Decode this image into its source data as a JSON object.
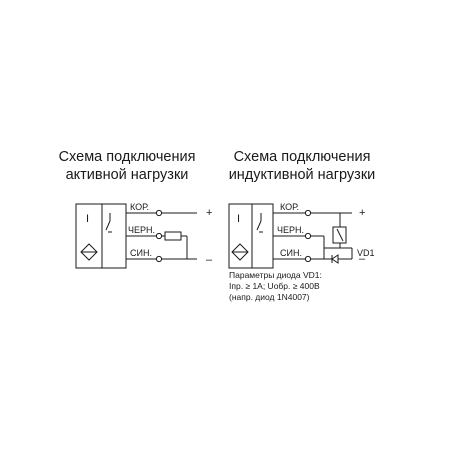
{
  "left_diagram": {
    "title_line1": "Схема подключения",
    "title_line2": "активной нагрузки",
    "sensor_symbol": "I",
    "wires": {
      "brown": "КОР.",
      "black": "ЧЕРН.",
      "blue": "СИН."
    },
    "terminals": {
      "plus": "+",
      "minus": "–"
    }
  },
  "right_diagram": {
    "title_line1": "Схема подключения",
    "title_line2": "индуктивной нагрузки",
    "sensor_symbol": "I",
    "wires": {
      "brown": "КОР.",
      "black": "ЧЕРН.",
      "blue": "СИН."
    },
    "terminals": {
      "plus": "+",
      "minus": "–"
    },
    "diode_label": "VD1",
    "note": {
      "line1": "Параметры диода VD1:",
      "line2": "Iпр. ≥ 1А; Uобр. ≥ 400В",
      "line3": "(напр. диод 1N4007)"
    }
  },
  "colors": {
    "ink": "#1a1a1a",
    "background": "#ffffff"
  }
}
